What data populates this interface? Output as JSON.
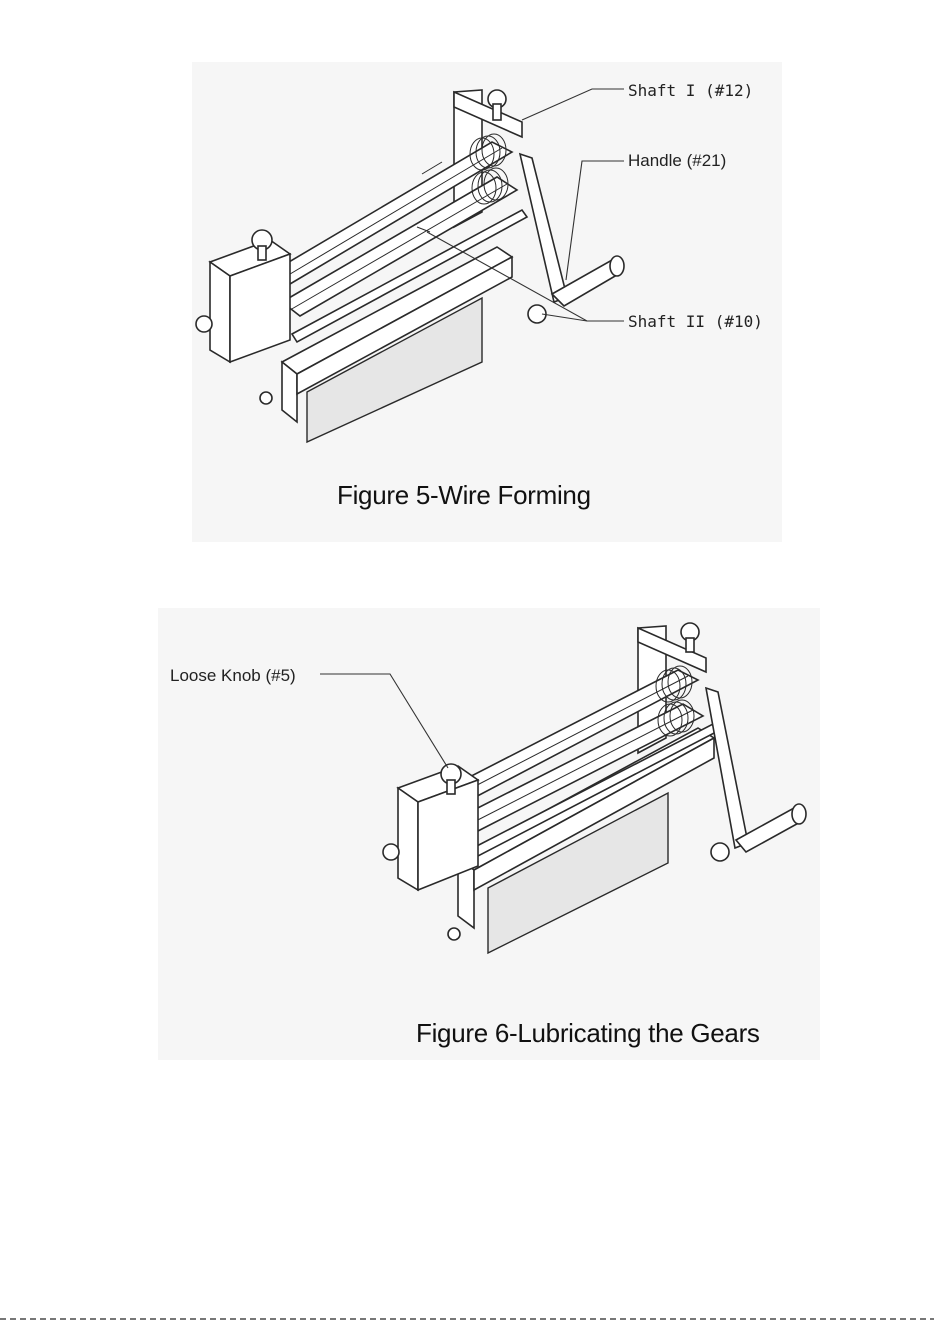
{
  "figure5": {
    "caption": "Figure 5-Wire Forming",
    "labels": {
      "shaft1": "Shaft I (#12)",
      "handle": "Handle (#21)",
      "shaft2": "Shaft II (#10)"
    }
  },
  "figure6": {
    "caption": "Figure 6-Lubricating the Gears",
    "labels": {
      "knob": "Loose Knob (#5)"
    }
  }
}
